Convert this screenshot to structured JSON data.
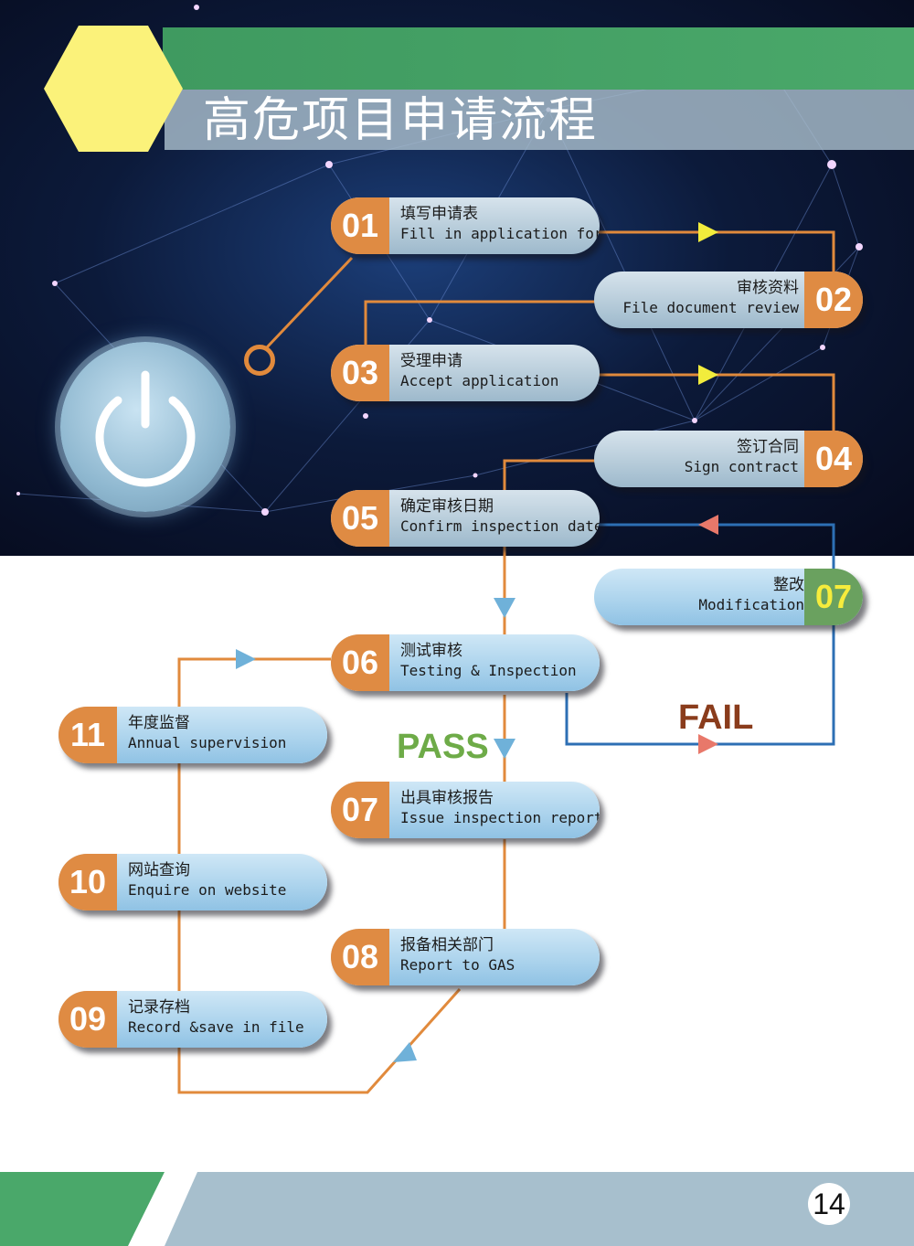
{
  "title": "高危项目申请流程",
  "page_number": "14",
  "labels": {
    "pass": "PASS",
    "fail": "FAIL"
  },
  "colors": {
    "orange": "#df8b43",
    "blue_line": "#2d6fb4",
    "green": "#4aa86a",
    "yellow": "#fbf27a"
  },
  "steps": [
    {
      "num": "01",
      "zh": "填写申请表",
      "en": "Fill in application form"
    },
    {
      "num": "02",
      "zh": "审核资料",
      "en": "File document review"
    },
    {
      "num": "03",
      "zh": "受理申请",
      "en": "Accept application"
    },
    {
      "num": "04",
      "zh": "签订合同",
      "en": "Sign contract"
    },
    {
      "num": "05",
      "zh": "确定审核日期",
      "en": "Confirm inspection date"
    },
    {
      "num": "06",
      "zh": "测试审核",
      "en": "Testing & Inspection"
    },
    {
      "num": "07",
      "zh": "整改",
      "en": "Modification"
    },
    {
      "num": "07",
      "zh": "出具审核报告",
      "en": "Issue inspection report"
    },
    {
      "num": "08",
      "zh": "报备相关部门",
      "en": "Report to GAS"
    },
    {
      "num": "09",
      "zh": "记录存档",
      "en": "Record &save in file"
    },
    {
      "num": "10",
      "zh": "网站查询",
      "en": "Enquire on website"
    },
    {
      "num": "11",
      "zh": "年度监督",
      "en": "Annual supervision"
    }
  ]
}
